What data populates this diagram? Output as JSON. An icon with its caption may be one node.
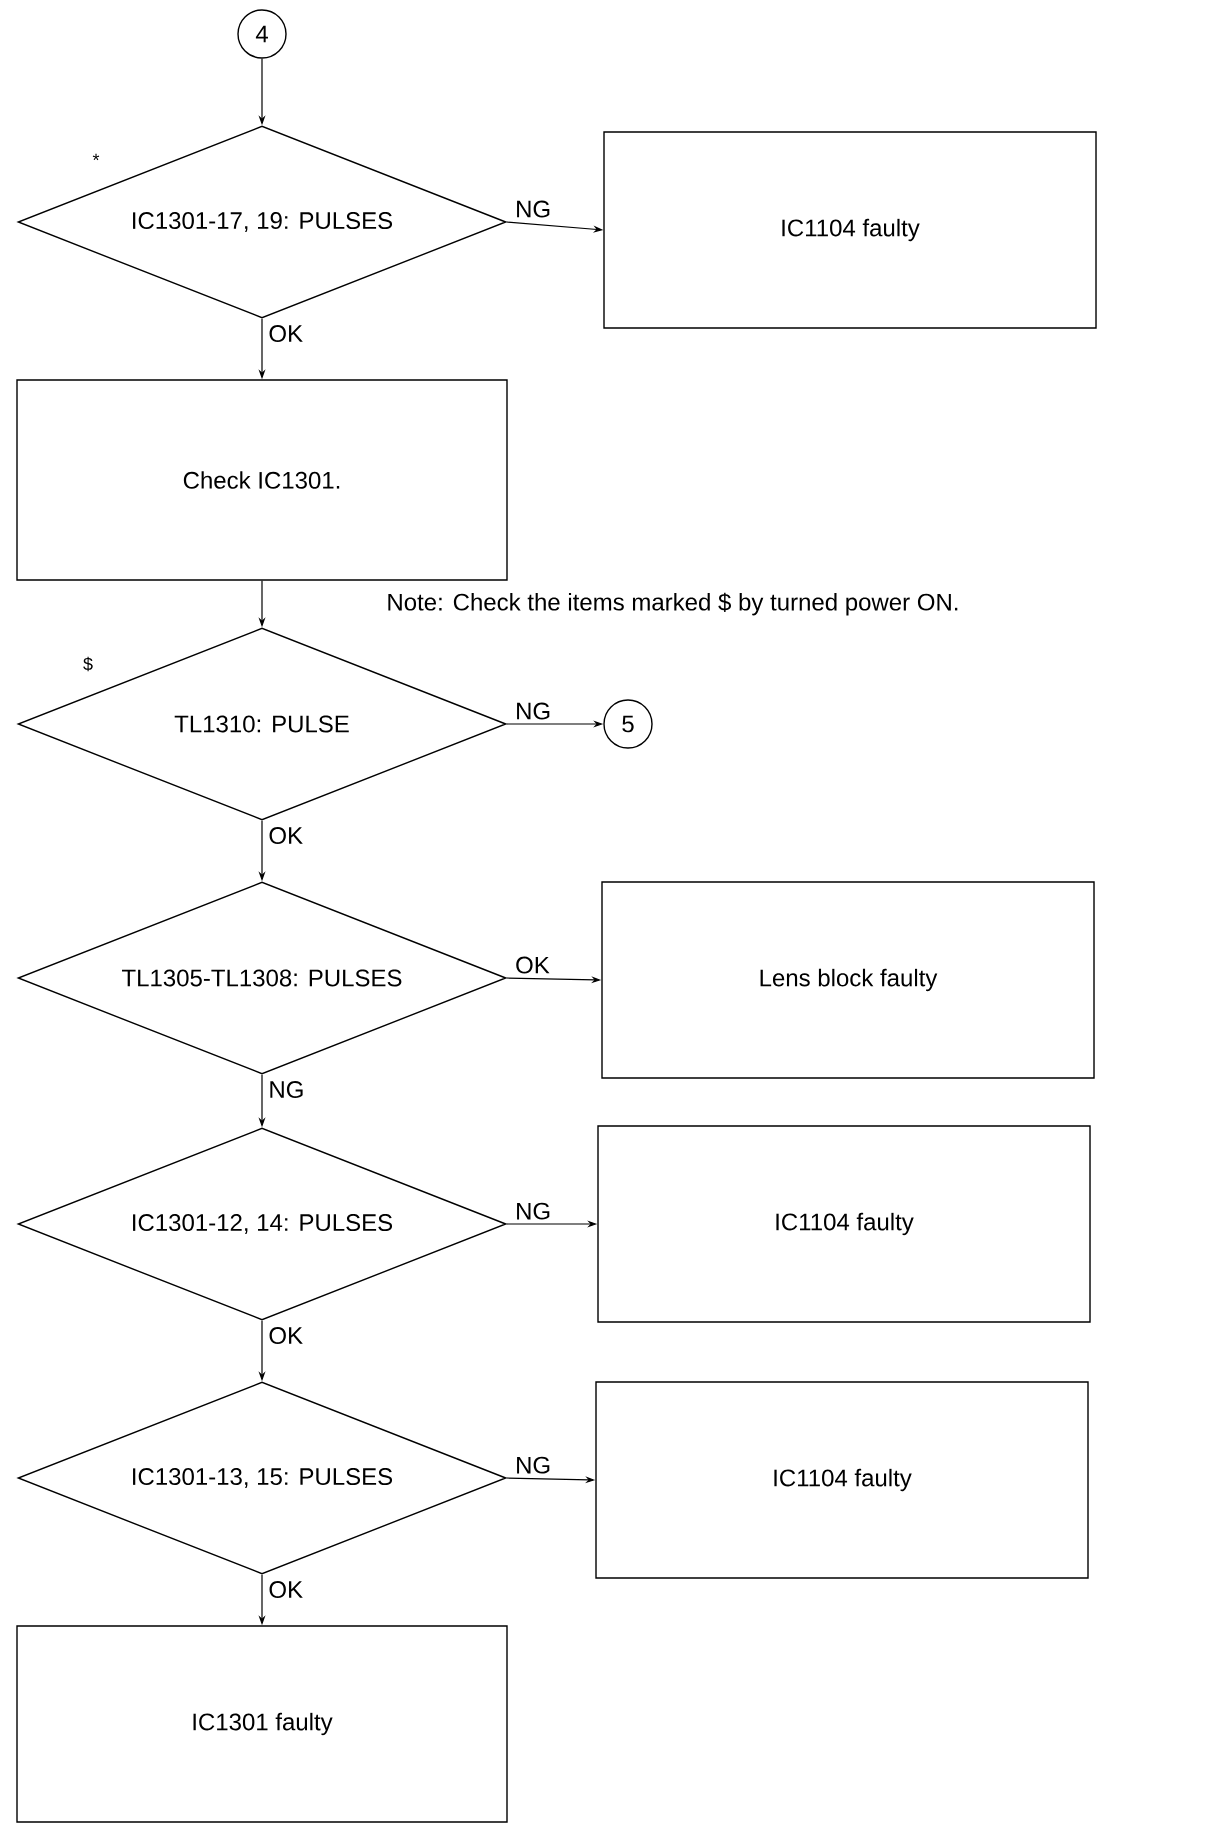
{
  "diagram": {
    "nodes": [
      {
        "text": [
          "4"
        ]
      },
      {
        "text": [
          "IC1301-17, 19: PULSES"
        ],
        "beside": [
          "*"
        ]
      },
      {
        "text": [
          "IC1104 faulty"
        ]
      },
      {
        "text": [
          "Check IC1301."
        ]
      },
      {
        "text": [
          "TL1310: PULSE"
        ],
        "beside": [
          "$"
        ]
      },
      {
        "text": [
          "5"
        ]
      },
      {
        "text": [
          "TL1305-TL1308: PULSES"
        ]
      },
      {
        "text": [
          "Lens block faulty"
        ]
      },
      {
        "text": [
          "IC1301-12, 14: PULSES"
        ]
      },
      {
        "text": [
          "IC1104 faulty"
        ]
      },
      {
        "text": [
          "IC1301-13, 15: PULSES"
        ]
      },
      {
        "text": [
          "IC1104 faulty"
        ]
      },
      {
        "text": [
          "IC1301 faulty"
        ]
      }
    ],
    "edges": [
      {
        "from": 0,
        "to": 1,
        "arrow": "to"
      },
      {
        "from": 1,
        "to": 2,
        "arrow": "to",
        "label": "NG"
      },
      {
        "from": 1,
        "to": 3,
        "arrow": "to",
        "label": "OK"
      },
      {
        "from": 3,
        "to": 4,
        "arrow": "to"
      },
      {
        "from": 4,
        "to": 5,
        "arrow": "to",
        "label": "NG"
      },
      {
        "from": 4,
        "to": 6,
        "arrow": "to",
        "label": "OK"
      },
      {
        "from": 6,
        "to": 7,
        "arrow": "to",
        "label": "OK"
      },
      {
        "from": 6,
        "to": 8,
        "arrow": "to",
        "label": "NG"
      },
      {
        "from": 8,
        "to": 9,
        "arrow": "to",
        "label": "NG"
      },
      {
        "from": 8,
        "to": 10,
        "arrow": "to",
        "label": "OK"
      },
      {
        "from": 10,
        "to": 11,
        "arrow": "to",
        "label": "NG"
      },
      {
        "from": 10,
        "to": 12,
        "arrow": "to",
        "label": "OK"
      }
    ],
    "labels": [
      "Note: Check the items marked $ by turned power ON."
    ]
  }
}
